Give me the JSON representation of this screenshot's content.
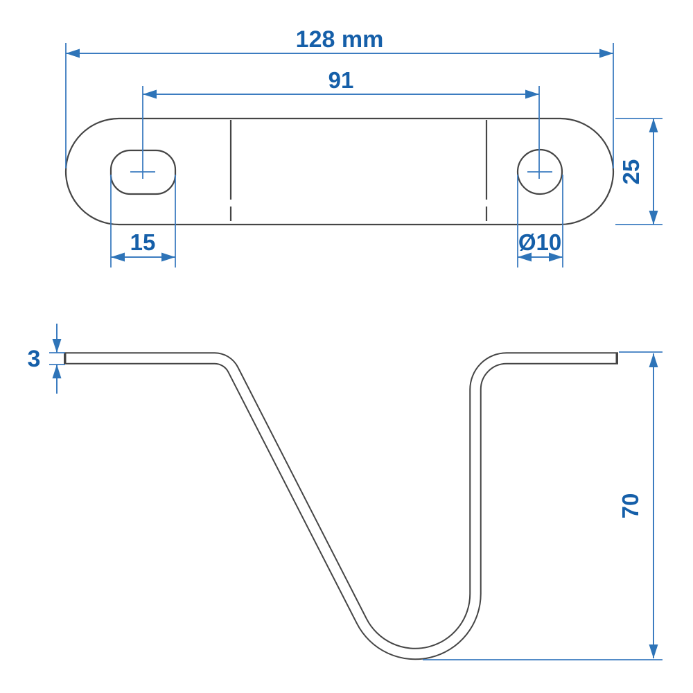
{
  "drawing": {
    "dimensions": {
      "overall_width": "128 mm",
      "hole_spacing": "91",
      "plate_width": "25",
      "slot_length": "15",
      "hole_diameter": "Ø10",
      "thickness": "3",
      "bend_height": "70"
    },
    "colors": {
      "dimension_line": "#3c7cc0",
      "dimension_arrow": "#2e74b8",
      "dimension_text": "#155fa9",
      "part_outline": "#454545",
      "background": "#ffffff"
    }
  }
}
